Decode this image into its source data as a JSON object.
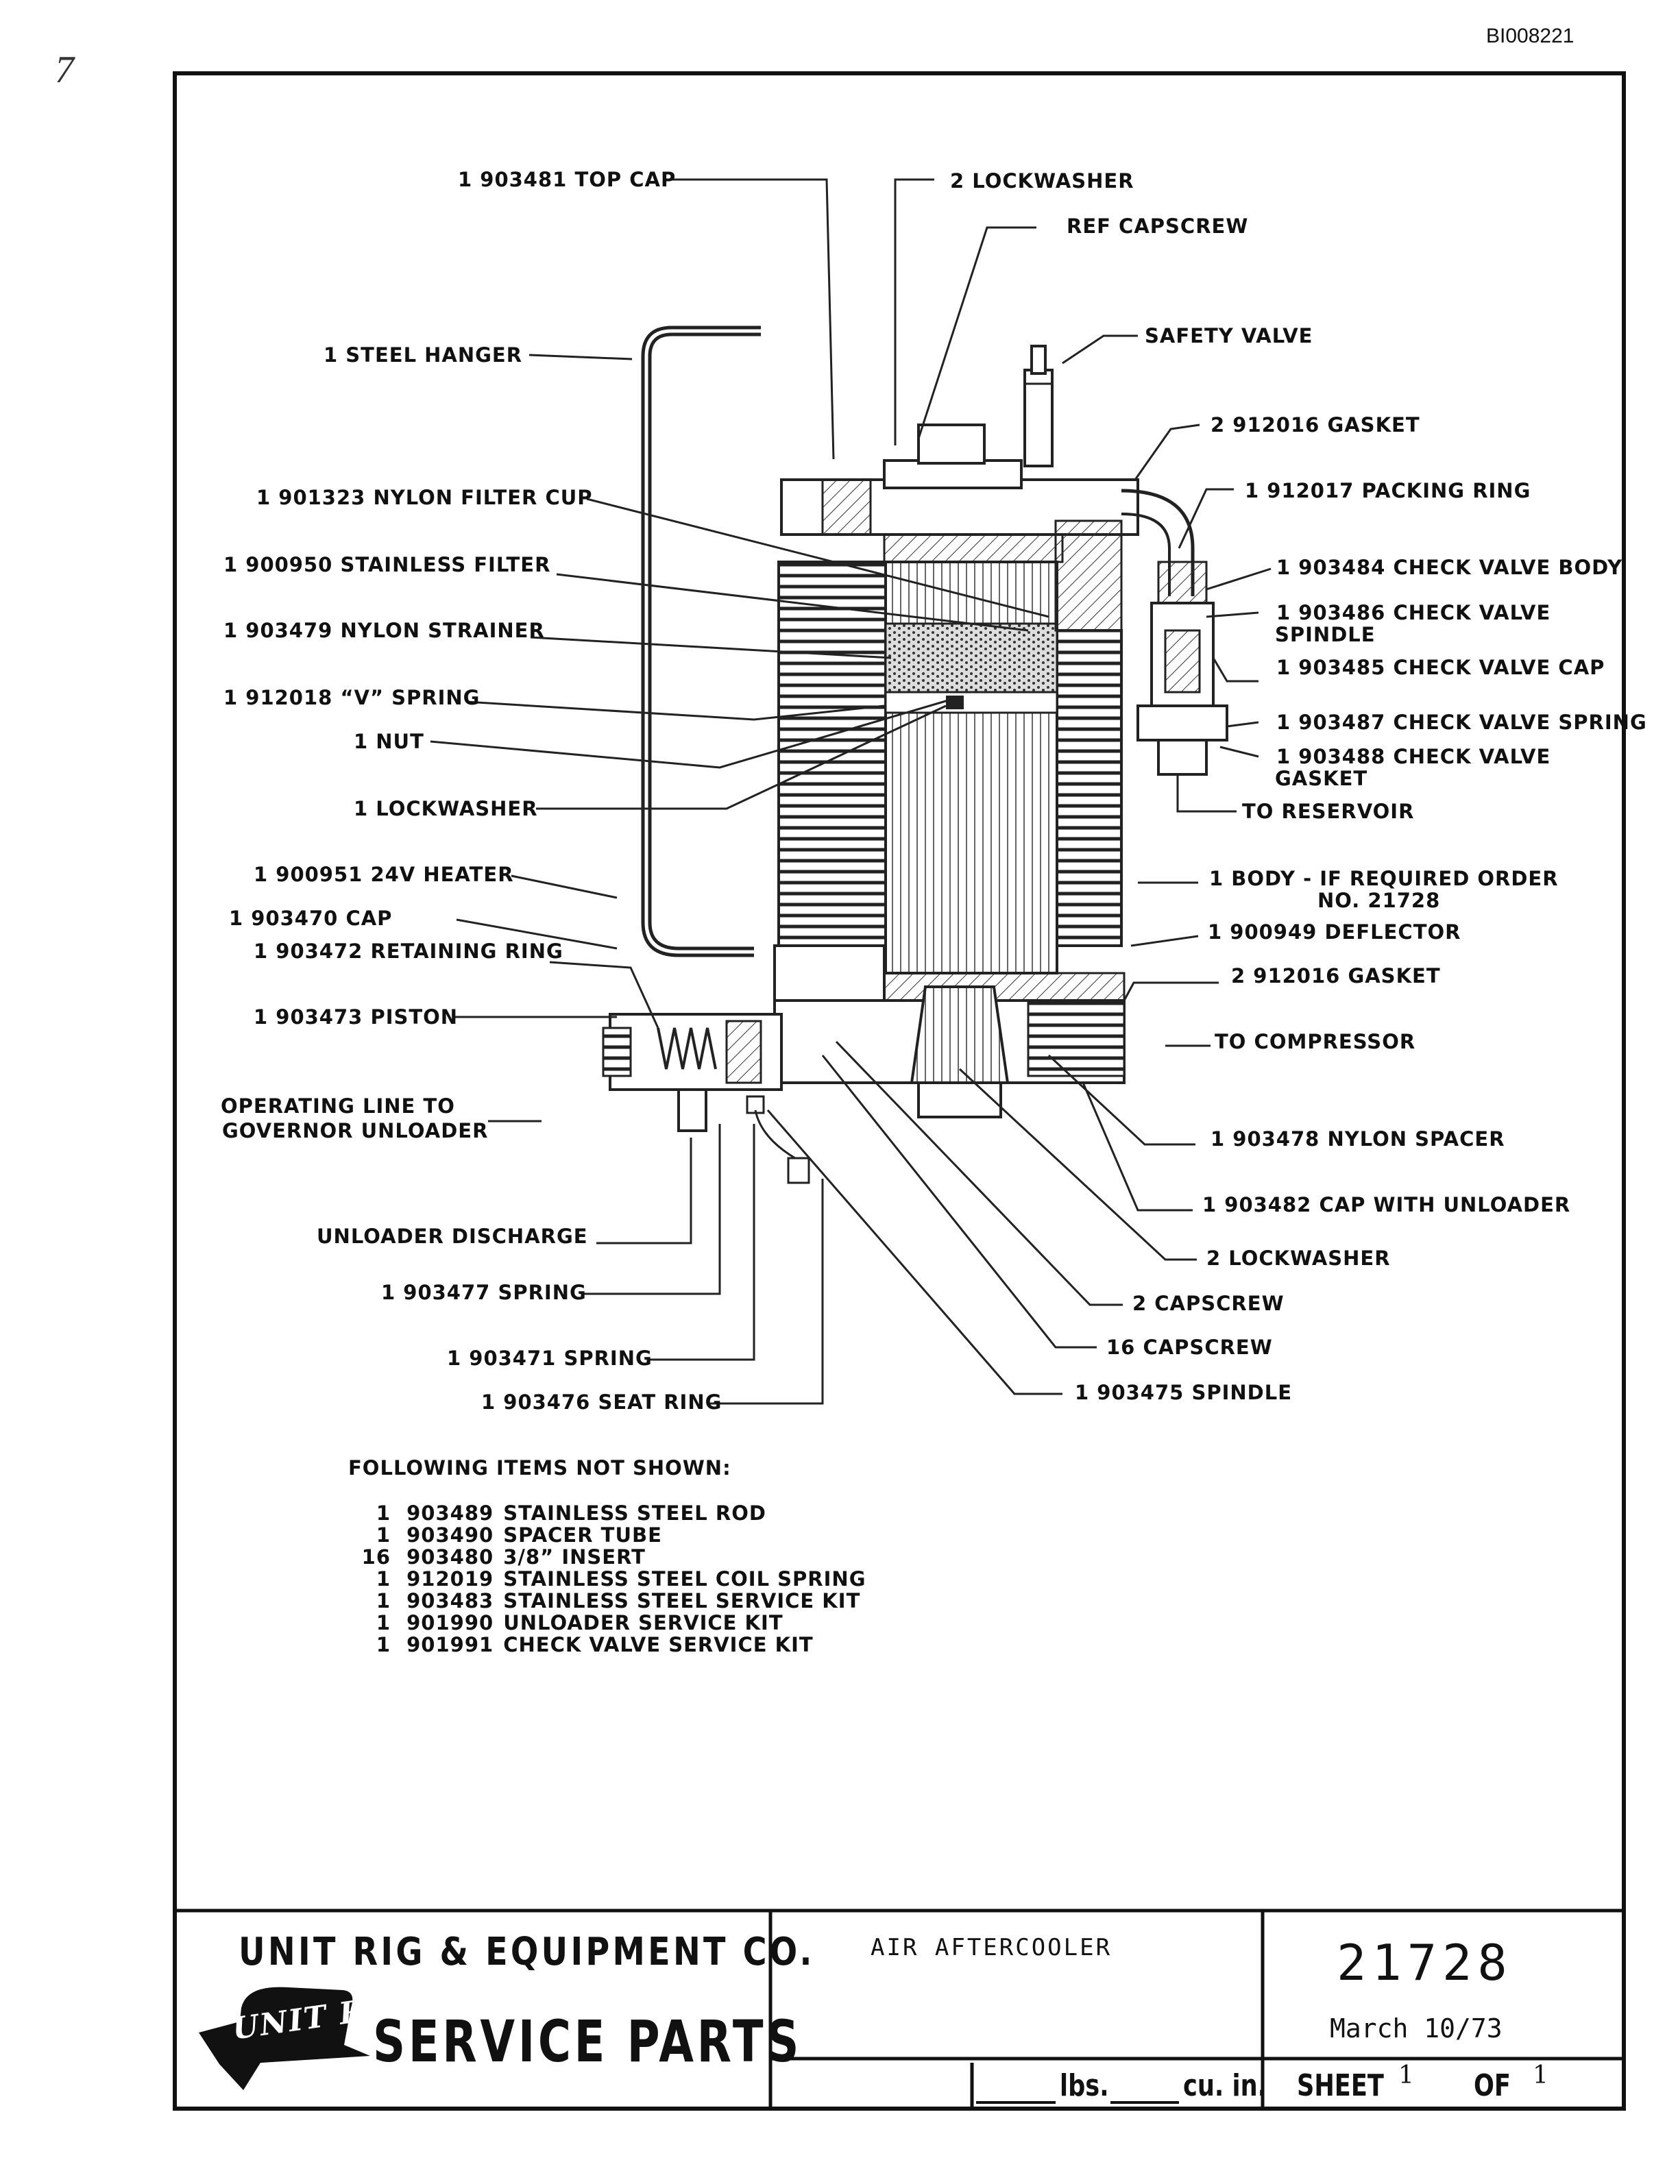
{
  "doc_id": "BI008221",
  "margin_mark": "7",
  "callouts": [
    {
      "id": "top-cap",
      "text": "1  903481  TOP CAP"
    },
    {
      "id": "lockwasher-top",
      "text": "2  LOCKWASHER"
    },
    {
      "id": "ref-capscrew",
      "text": "REF  CAPSCREW"
    },
    {
      "id": "steel-hanger",
      "text": "1  STEEL HANGER"
    },
    {
      "id": "safety-valve",
      "text": "SAFETY VALVE"
    },
    {
      "id": "gasket-top",
      "text": "2  912016  GASKET"
    },
    {
      "id": "nylon-filter-cup",
      "text": "1  901323 NYLON FILTER CUP"
    },
    {
      "id": "packing-ring",
      "text": "1  912017  PACKING RING"
    },
    {
      "id": "stainless-filter",
      "text": "1  900950 STAINLESS FILTER"
    },
    {
      "id": "check-valve-body",
      "text": "1  903484 CHECK VALVE BODY"
    },
    {
      "id": "nylon-strainer",
      "text": "1  903479 NYLON STRAINER"
    },
    {
      "id": "check-valve-spindle",
      "text": "1  903486 CHECK VALVE"
    },
    {
      "id": "check-valve-spindle-2",
      "text": "SPINDLE"
    },
    {
      "id": "check-valve-cap",
      "text": "1  903485 CHECK VALVE CAP"
    },
    {
      "id": "v-spring",
      "text": "1  912018 “V” SPRING"
    },
    {
      "id": "check-valve-spring",
      "text": "1  903487 CHECK VALVE SPRING"
    },
    {
      "id": "nut",
      "text": "1  NUT"
    },
    {
      "id": "check-valve-gasket",
      "text": "1  903488 CHECK VALVE"
    },
    {
      "id": "check-valve-gasket-2",
      "text": "GASKET"
    },
    {
      "id": "to-reservoir",
      "text": "TO RESERVOIR"
    },
    {
      "id": "lockwasher-mid",
      "text": "1  LOCKWASHER"
    },
    {
      "id": "heater",
      "text": "1  900951  24V HEATER"
    },
    {
      "id": "body",
      "text": "1  BODY   - IF REQUIRED ORDER"
    },
    {
      "id": "body-2",
      "text": "NO. 21728"
    },
    {
      "id": "cap",
      "text": "1  903470  CAP"
    },
    {
      "id": "deflector",
      "text": "1  900949 DEFLECTOR"
    },
    {
      "id": "retaining-ring",
      "text": "1  903472 RETAINING RING"
    },
    {
      "id": "gasket-bottom",
      "text": "2  912016  GASKET"
    },
    {
      "id": "piston",
      "text": "1  903473  PISTON"
    },
    {
      "id": "to-compressor",
      "text": "TO COMPRESSOR"
    },
    {
      "id": "operating-line",
      "text": "OPERATING LINE TO"
    },
    {
      "id": "operating-line-2",
      "text": "GOVERNOR UNLOADER"
    },
    {
      "id": "nylon-spacer",
      "text": "1  903478  NYLON SPACER"
    },
    {
      "id": "cap-with-unloader",
      "text": "1  903482  CAP WITH UNLOADER"
    },
    {
      "id": "unloader-discharge",
      "text": "UNLOADER DISCHARGE"
    },
    {
      "id": "lockwasher-bottom",
      "text": "2  LOCKWASHER"
    },
    {
      "id": "spring-477",
      "text": "1  903477  SPRING"
    },
    {
      "id": "capscrew-2",
      "text": "2  CAPSCREW"
    },
    {
      "id": "capscrew-16",
      "text": "16  CAPSCREW"
    },
    {
      "id": "spring-471",
      "text": "1  903471  SPRING"
    },
    {
      "id": "seat-ring",
      "text": "1  903476  SEAT RING"
    },
    {
      "id": "spindle",
      "text": "1  903475  SPINDLE"
    }
  ],
  "not_shown": {
    "heading": "FOLLOWING ITEMS NOT SHOWN:",
    "items": [
      {
        "qty": "1",
        "part": "903489",
        "desc": "STAINLESS STEEL ROD"
      },
      {
        "qty": "1",
        "part": "903490",
        "desc": "SPACER TUBE"
      },
      {
        "qty": "16",
        "part": "903480",
        "desc": "3/8” INSERT"
      },
      {
        "qty": "1",
        "part": "912019",
        "desc": "STAINLESS STEEL COIL SPRING"
      },
      {
        "qty": "1",
        "part": "903483",
        "desc": "STAINLESS STEEL SERVICE KIT"
      },
      {
        "qty": "1",
        "part": "901990",
        "desc": "UNLOADER SERVICE KIT"
      },
      {
        "qty": "1",
        "part": "901991",
        "desc": "CHECK VALVE SERVICE KIT"
      }
    ]
  },
  "title_block": {
    "company": "UNIT RIG & EQUIPMENT CO.",
    "logo_text": "UNIT RIG",
    "service_parts": "SERVICE PARTS",
    "title": "AIR AFTERCOOLER",
    "drawing_number": "21728",
    "date": "March 10/73",
    "weight_unit": "lbs.",
    "volume_unit": "cu. in.",
    "sheet_label": "SHEET",
    "sheet_number": "1",
    "of_label": "OF",
    "sheet_total": "1"
  }
}
